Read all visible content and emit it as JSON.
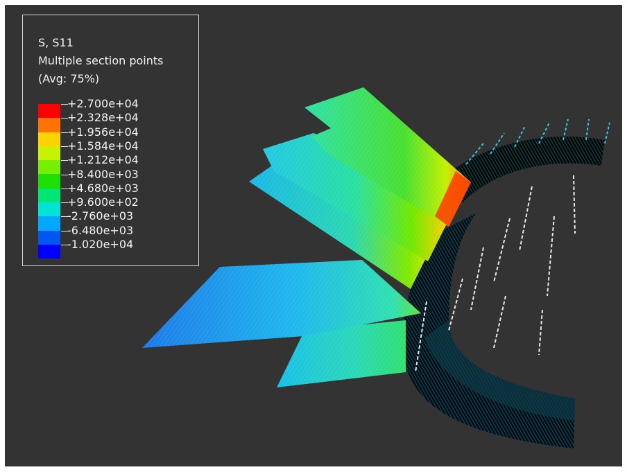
{
  "legend": {
    "title_lines": [
      "S, S11",
      "Multiple section points",
      "(Avg: 75%)"
    ],
    "labels": [
      "+2.700e+04",
      "+2.328e+04",
      "+1.956e+04",
      "+1.584e+04",
      "+1.212e+04",
      "+8.400e+03",
      "+4.680e+03",
      "+9.600e+02",
      "-2.760e+03",
      "-6.480e+03",
      "-1.020e+04"
    ],
    "colors": [
      "#ff0000",
      "#ff7400",
      "#ffd200",
      "#c8f200",
      "#74f000",
      "#1ee000",
      "#00e676",
      "#00e4d8",
      "#00a8ff",
      "#0058f0",
      "#0000ff"
    ]
  },
  "colors": {
    "viewport_background": "#333333",
    "legend_border": "#d8d8d8",
    "frame_background": "#ffffff"
  }
}
